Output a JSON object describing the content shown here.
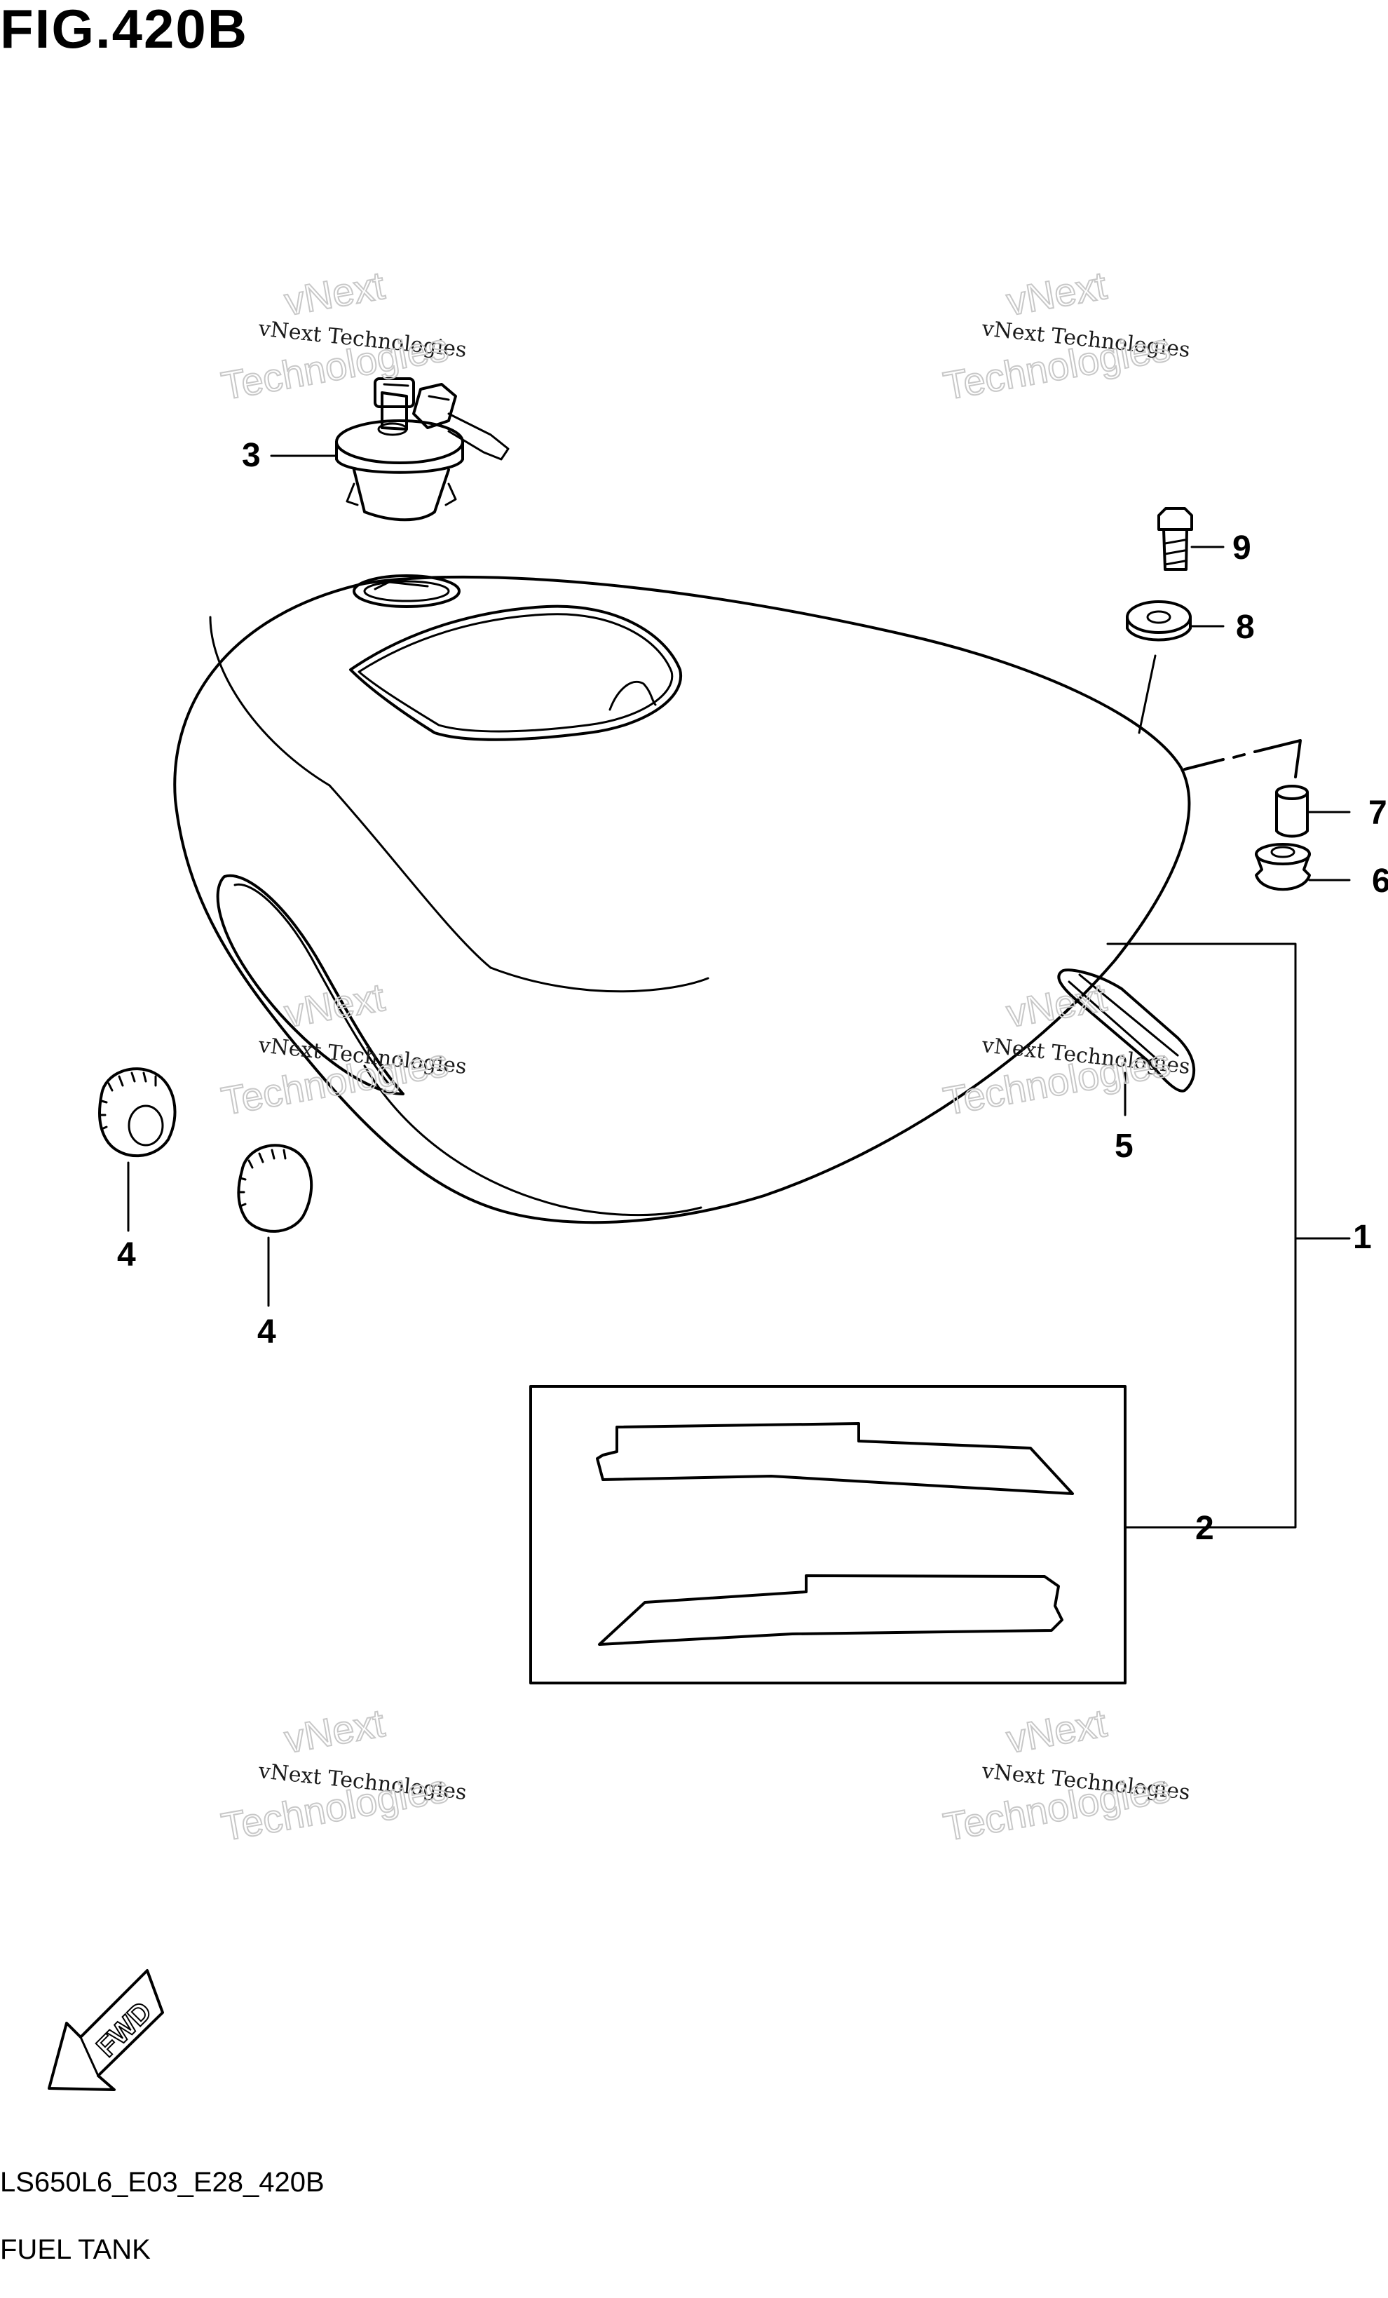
{
  "figure": {
    "title": "FIG.420B",
    "code": "LS650L6_E03_E28_420B",
    "section": "FUEL TANK"
  },
  "watermark": {
    "line1": "vNext",
    "line2": "vNext Technologies",
    "line3": "Technologies"
  },
  "fwd_label": "FWD",
  "parts": [
    {
      "ref": "1",
      "description": "fuel tank assembly"
    },
    {
      "ref": "2",
      "description": "decal set"
    },
    {
      "ref": "3",
      "description": "fuel cap with keys"
    },
    {
      "ref": "4",
      "description": "rubber cushion"
    },
    {
      "ref": "5",
      "description": "tank cushion"
    },
    {
      "ref": "6",
      "description": "grommet"
    },
    {
      "ref": "7",
      "description": "collar"
    },
    {
      "ref": "8",
      "description": "washer"
    },
    {
      "ref": "9",
      "description": "bolt"
    }
  ]
}
